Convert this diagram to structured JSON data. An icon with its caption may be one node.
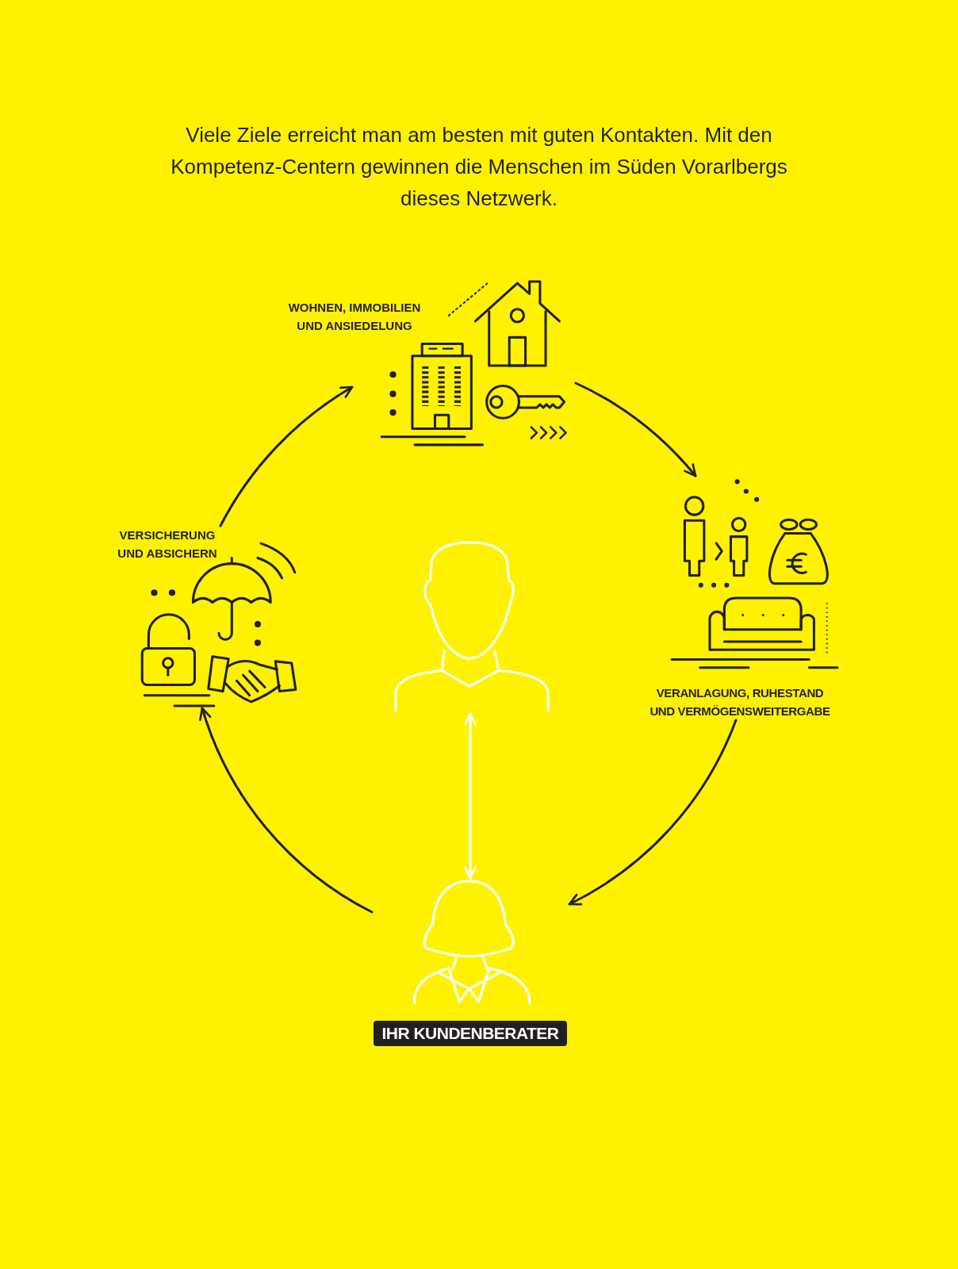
{
  "diagram": {
    "title": "Viele Ziele erreicht man am besten mit guten Kontakten. Mit den Kompetenz-Centern gewinnen die Menschen im Süden Vorarlbergs dieses Netzwerk.",
    "nodes": [
      {
        "text": [
          "WOHNEN, IMMOBILIEN UND ANSIEDELUNG"
        ]
      },
      {
        "text": [
          "VERANLAGUNG, RUHESTAND UND VERMÖGENSWEITERGABE"
        ]
      },
      {
        "text": [
          "IHR KUNDENBERATER"
        ]
      },
      {
        "text": [
          "VERSICHERUNG UND ABSICHERN"
        ]
      },
      {
        "text": [],
        "shape": "person"
      }
    ],
    "edges": [
      {
        "from": 3,
        "to": 0,
        "arrow": "to"
      },
      {
        "from": 0,
        "to": 1,
        "arrow": "to"
      },
      {
        "from": 1,
        "to": 2,
        "arrow": "to"
      },
      {
        "from": 2,
        "to": 3,
        "arrow": "to"
      },
      {
        "from": 4,
        "to": 2,
        "arrow": "both",
        "color": "#ffffff"
      }
    ]
  }
}
